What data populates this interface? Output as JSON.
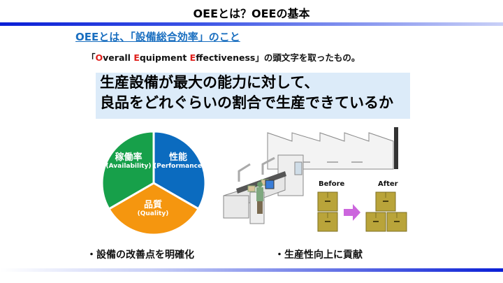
{
  "title": "OEEとは？OEEの基本",
  "subtitle": "OEEとは、「設備総合効率」のこと",
  "definition": {
    "open": "「",
    "o": "O",
    "w1": "verall ",
    "e1": "E",
    "w2": "quipment ",
    "e2": "E",
    "w3": "ffectiveness",
    "rest": "」の頭文字を取ったもの。"
  },
  "highlight": {
    "line1": "生産設備が最大の能力に対して、",
    "line2": "良品をどれぐらいの割合で生産できているか"
  },
  "pie": {
    "slices": [
      {
        "label": "性能",
        "sub": "(Performance)",
        "color": "#0b6bbf",
        "share": 0.3333
      },
      {
        "label": "品質",
        "sub": "(Quality)",
        "color": "#f5960f",
        "share": 0.3333
      },
      {
        "label": "稼働率",
        "sub": "(Availability)",
        "color": "#17a04a",
        "share": 0.3334
      }
    ]
  },
  "illustration": {
    "before": "Before",
    "after": "After"
  },
  "bullets": [
    "・設備の改善点を明確化",
    "・生産性向上に貢献"
  ]
}
